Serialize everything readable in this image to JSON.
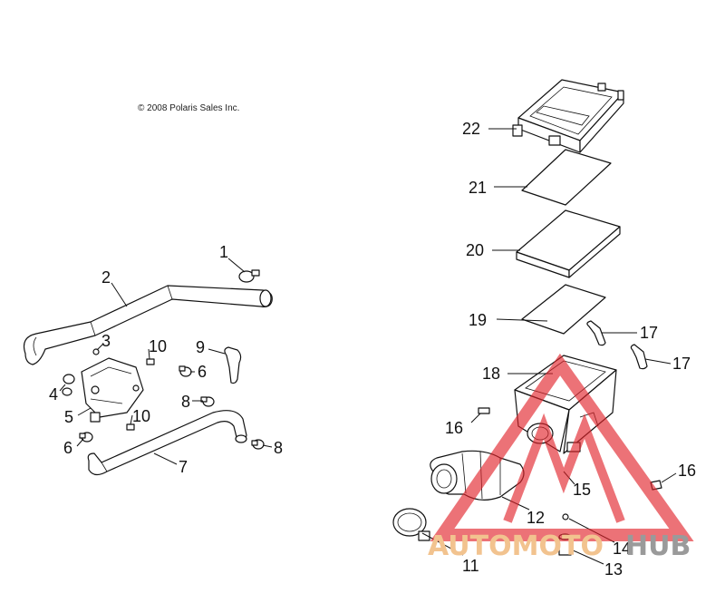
{
  "copyright": "© 2008 Polaris Sales Inc.",
  "callouts": {
    "c1": "1",
    "c2": "2",
    "c3": "3",
    "c4": "4",
    "c5": "5",
    "c6a": "6",
    "c6b": "6",
    "c7": "7",
    "c8a": "8",
    "c8b": "8",
    "c9": "9",
    "c10a": "10",
    "c10b": "10",
    "c11": "11",
    "c12": "12",
    "c13": "13",
    "c14": "14",
    "c15": "15",
    "c16a": "16",
    "c16b": "16",
    "c17a": "17",
    "c17b": "17",
    "c18": "18",
    "c19": "19",
    "c20": "20",
    "c21": "21",
    "c22": "22"
  },
  "watermark": {
    "text_left": "AUTOMOTO",
    "text_right": "HUB",
    "color_left": "#f2c38f",
    "color_right": "#9a9a9a",
    "logo_color": "#e2232a"
  }
}
